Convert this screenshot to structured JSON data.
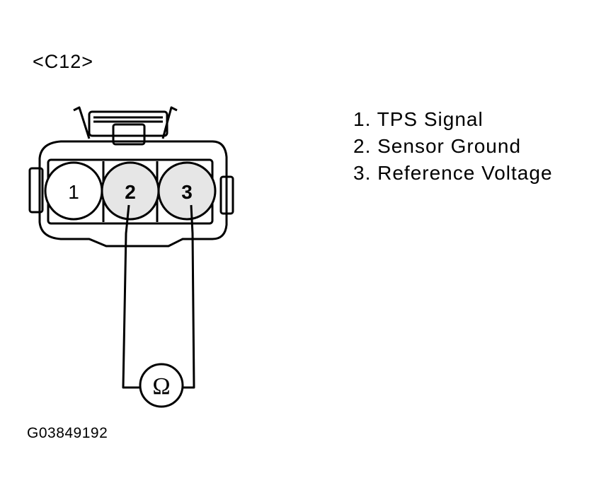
{
  "connector": {
    "title": "<C12>",
    "pins": [
      {
        "number": "1",
        "name": "TPS Signal"
      },
      {
        "number": "2",
        "name": "Sensor Ground"
      },
      {
        "number": "3",
        "name": "Reference Voltage"
      }
    ]
  },
  "legend": {
    "items": [
      "1. TPS Signal",
      "2. Sensor Ground",
      "3. Reference Voltage"
    ]
  },
  "meter": {
    "symbol": "Ω",
    "icon": "ohmmeter-icon",
    "probes_on_pins": [
      "2",
      "3"
    ]
  },
  "figure_code": "G03849192"
}
